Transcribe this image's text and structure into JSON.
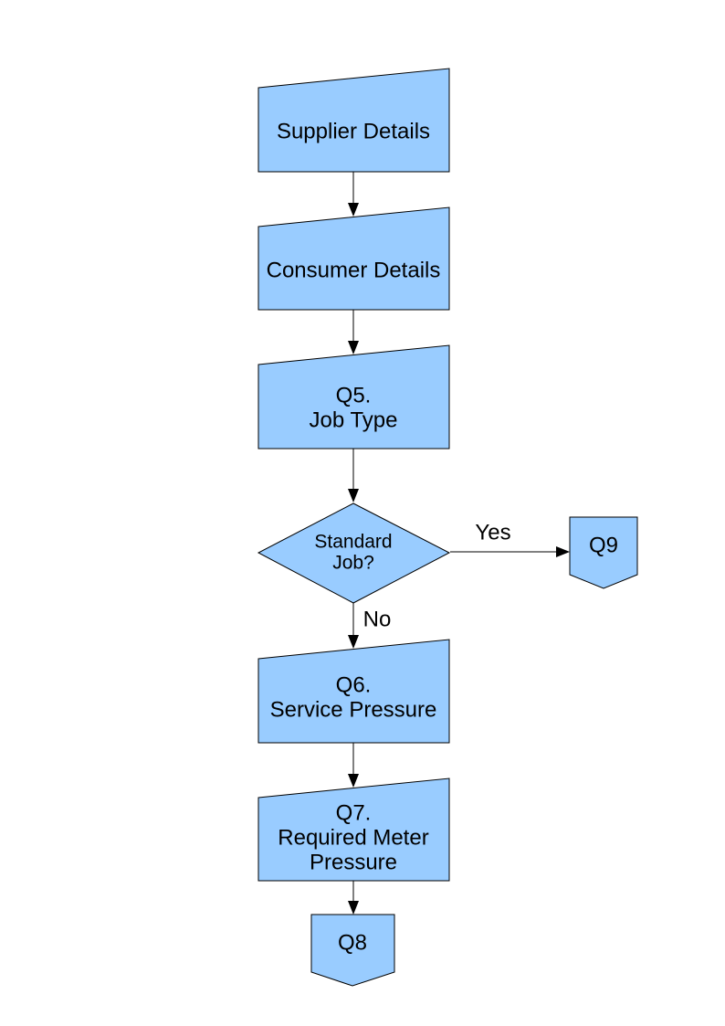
{
  "page": {
    "background": "#FFFFFF"
  },
  "diagram": {
    "colors": {
      "node_fill": "#99CCFF",
      "node_border": "#000000",
      "connector_line": "#000000",
      "text": "#000000"
    },
    "nodes": {
      "supplier": {
        "shape": "manual-input",
        "lines": [
          "Supplier Details"
        ]
      },
      "consumer": {
        "shape": "manual-input",
        "lines": [
          "Consumer Details"
        ]
      },
      "q5": {
        "shape": "manual-input",
        "lines": [
          "Q5.",
          "Job Type"
        ]
      },
      "decision": {
        "shape": "decision-diamond",
        "lines": [
          "Standard",
          "Job?"
        ]
      },
      "q9": {
        "shape": "off-page-connector",
        "lines": [
          "Q9"
        ]
      },
      "q6": {
        "shape": "manual-input",
        "lines": [
          "Q6.",
          "Service Pressure"
        ]
      },
      "q7": {
        "shape": "manual-input",
        "lines": [
          "Q7.",
          "Required Meter",
          "Pressure"
        ]
      },
      "q8": {
        "shape": "off-page-connector",
        "lines": [
          "Q8"
        ]
      }
    },
    "edge_labels": {
      "yes": "Yes",
      "no": "No"
    }
  }
}
